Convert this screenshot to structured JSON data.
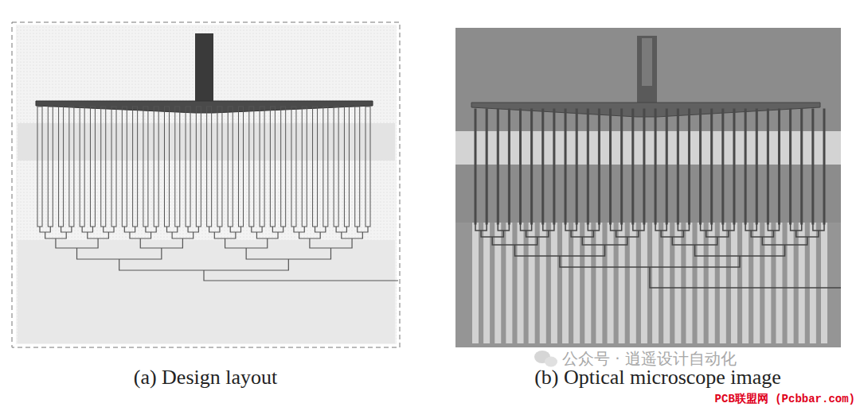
{
  "diagram": {
    "labels": [
      "(a) Design layout",
      "(b) Optical microscope image",
      "公众号 · 逍遥设计自动化",
      "PCB联盟网 (Pcbbar.com)"
    ]
  }
}
